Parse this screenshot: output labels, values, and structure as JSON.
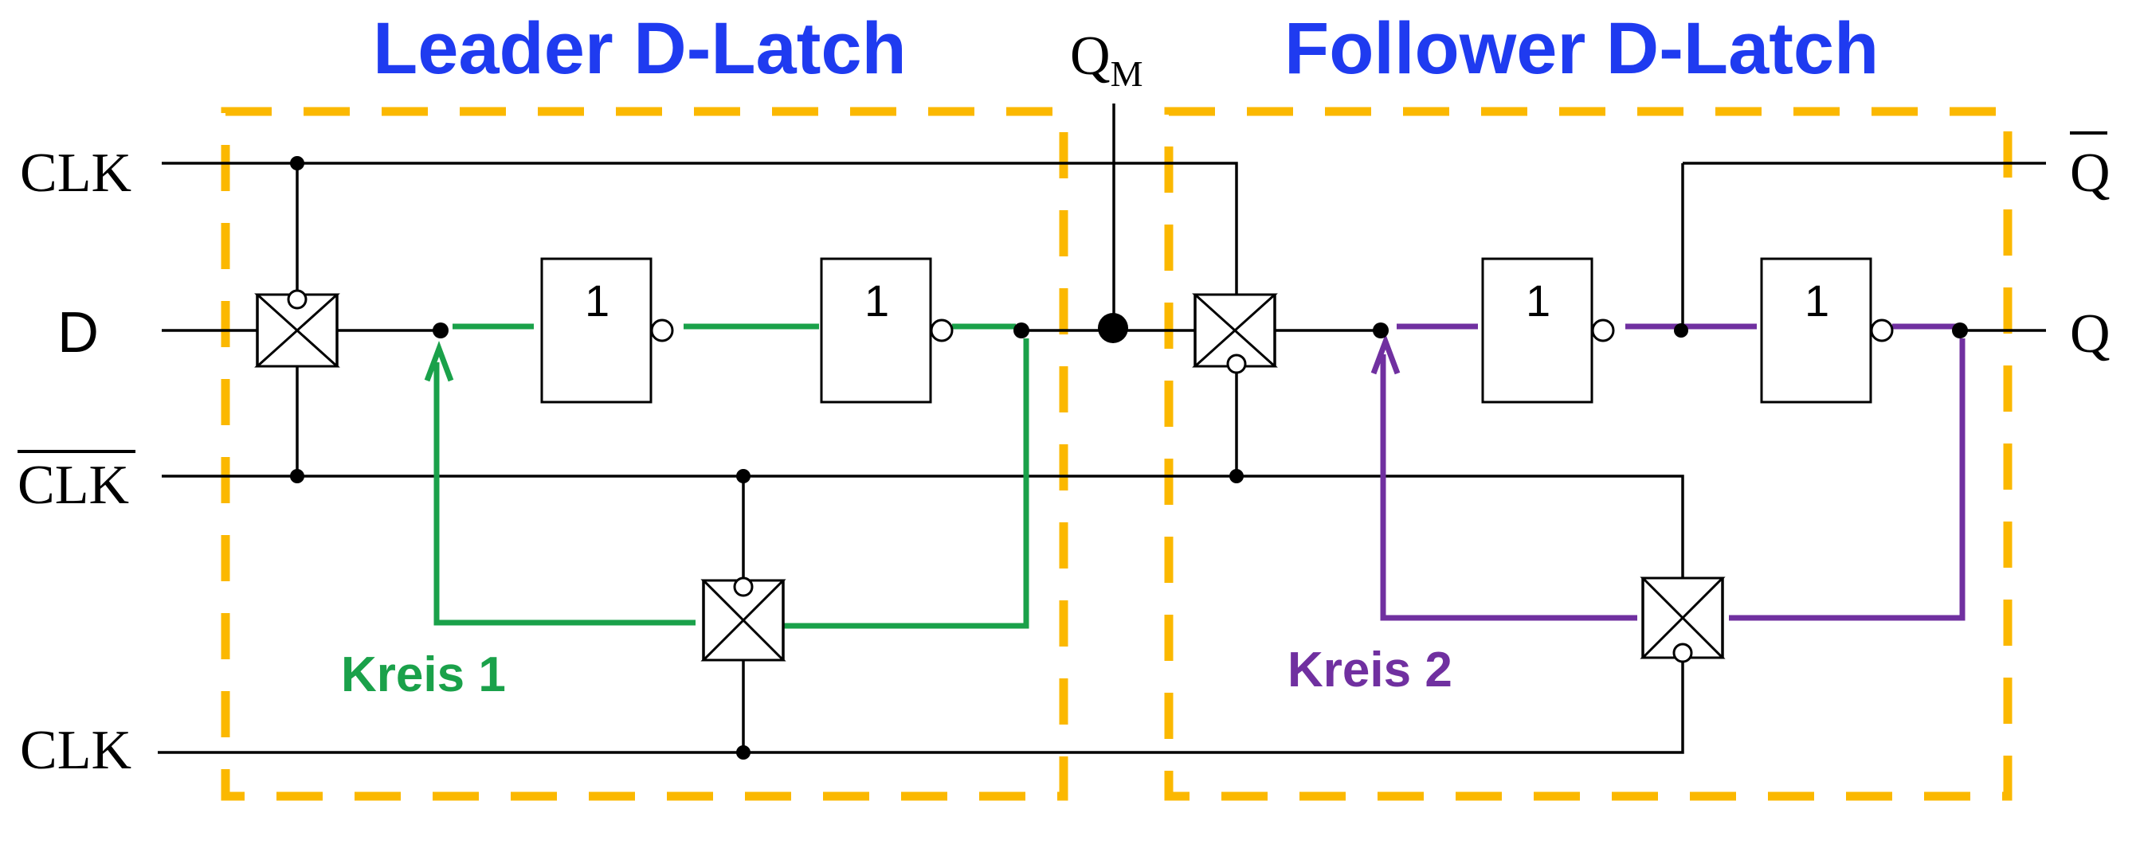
{
  "titles": {
    "leader": "Leader D-Latch",
    "follower": "Follower D-Latch"
  },
  "signals": {
    "clk_top": "CLK",
    "d": "D",
    "clk_bar": "CLK",
    "clk_bottom": "CLK",
    "q_m_main": "Q",
    "q_m_sub": "M",
    "q_bar": "Q",
    "q": "Q"
  },
  "gates": {
    "inv1": "1",
    "inv2": "1",
    "inv3": "1",
    "inv4": "1"
  },
  "loops": {
    "kreis1": "Kreis 1",
    "kreis2": "Kreis 2"
  },
  "colors": {
    "title": "#1f3bf0",
    "box": "#fbb800",
    "kreis1": "#1aa14a",
    "kreis2": "#7030a0"
  }
}
